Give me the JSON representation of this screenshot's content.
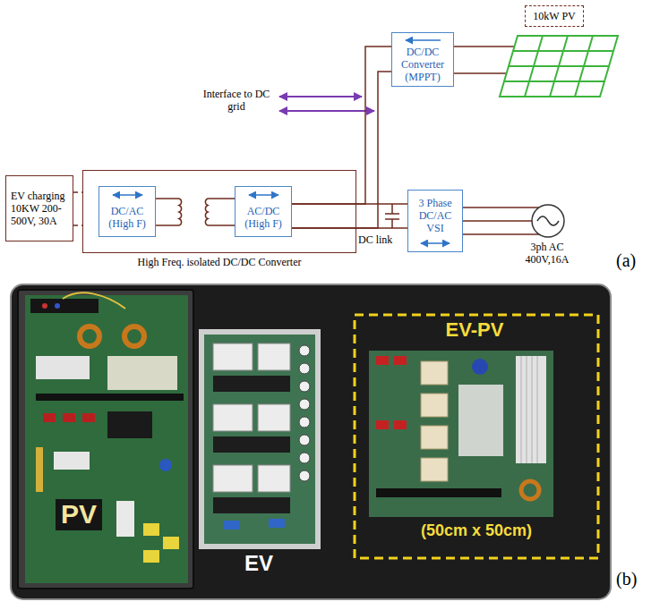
{
  "diagram": {
    "nodes": [
      {
        "text": [
          "10kW PV"
        ]
      },
      {
        "text": [
          "DC/DC Converter (MPPT)"
        ]
      },
      {
        "text": [
          "EV charging 10KW 200-500V, 30A"
        ]
      },
      {
        "text": [
          "High Freq. isolated DC/DC Converter"
        ]
      },
      {
        "text": [
          "DC/AC (High F)"
        ],
        "in": 3
      },
      {
        "text": [
          "AC/DC (High F)"
        ],
        "in": 3
      },
      {
        "text": [
          "3 Phase DC/AC VSI"
        ]
      }
    ],
    "edges": [
      {
        "from": 2,
        "to": 3,
        "arrow": "none"
      },
      {
        "from": 4,
        "to": 5,
        "arrow": "none"
      },
      {
        "from": 5,
        "to": 6,
        "arrow": "none"
      },
      {
        "from": 5,
        "to": 1,
        "arrow": "none"
      }
    ],
    "labels": [
      "Interface to DC grid",
      "DC link",
      "3ph AC 400V,16A",
      "(a)",
      "PV",
      "EV",
      "EV-PV",
      "(50cm x 50cm)",
      "(b)"
    ]
  }
}
